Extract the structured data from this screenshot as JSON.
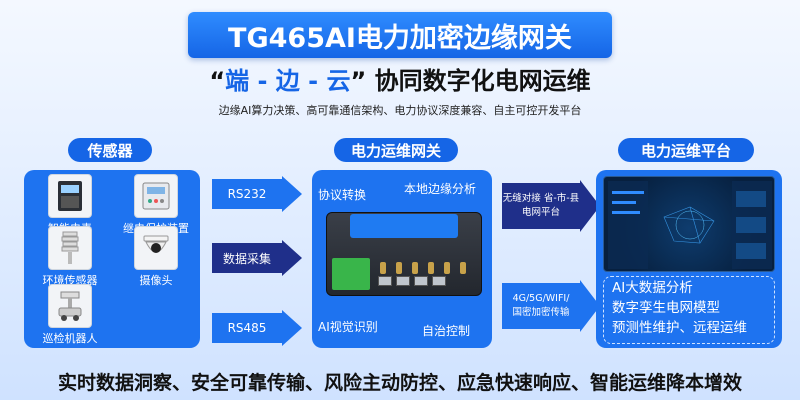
{
  "header": {
    "title": "TG465AI电力加密边缘网关",
    "subtitle_open": "“",
    "subtitle_hl": "端 - 边 - 云",
    "subtitle_close": "” 协同数字化电网运维",
    "tagline": "边缘AI算力决策、高可靠通信架构、电力协议深度兼容、自主可控开发平台"
  },
  "sections": {
    "sensors": "传感器",
    "gateway": "电力运维网关",
    "platform": "电力运维平台"
  },
  "sensors": [
    {
      "label": "智能电表",
      "icon": "smart-meter-icon"
    },
    {
      "label": "继电保护装置",
      "icon": "relay-protection-icon"
    },
    {
      "label": "环境传感器",
      "icon": "environment-sensor-icon"
    },
    {
      "label": "摄像头",
      "icon": "camera-icon"
    },
    {
      "label": "巡检机器人",
      "icon": "inspection-robot-icon"
    }
  ],
  "left_arrows": [
    "RS232",
    "数据采集",
    "RS485"
  ],
  "gateway_features": {
    "protocol": "协议转换",
    "edge": "本地边缘分析",
    "vision": "AI视觉识别",
    "control": "自治控制"
  },
  "right_arrows": {
    "top_line1": "无缝对接 省-市-县",
    "top_line2": "电网平台",
    "bottom_line1": "4G/5G/WIFI/",
    "bottom_line2": "国密加密传输"
  },
  "platform_features": [
    "AI大数据分析",
    "数字孪生电网模型",
    "预测性维护、远程运维"
  ],
  "footer": "实时数据洞察、安全可靠传输、风险主动防控、应急快速响应、智能运维降本增效",
  "colors": {
    "primary": "#1565e6",
    "panel": "#1e73f0",
    "arrow_dark": "#1f2f8a"
  }
}
